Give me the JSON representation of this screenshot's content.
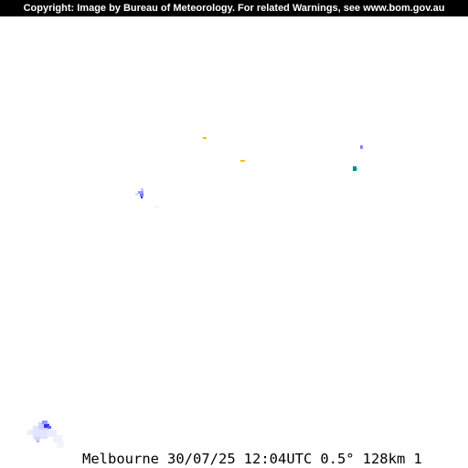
{
  "copyright": "Copyright: Image by Bureau of Meteorology. For related Warnings, see www.bom.gov.au",
  "caption": {
    "location": "Melbourne",
    "date": "30/07/25",
    "time": "12:04UTC",
    "elevation": "0.5°",
    "range": "128km",
    "frame": "1"
  },
  "colors": {
    "background": "#ffffff",
    "light_rain": "#e0e0ff",
    "light_rain_2": "#b4b4ff",
    "moderate_rain": "#7878ff",
    "rain": "#1e1eff",
    "teal_echo": "#00a0a0",
    "yellow_echo": "#f0c000"
  }
}
